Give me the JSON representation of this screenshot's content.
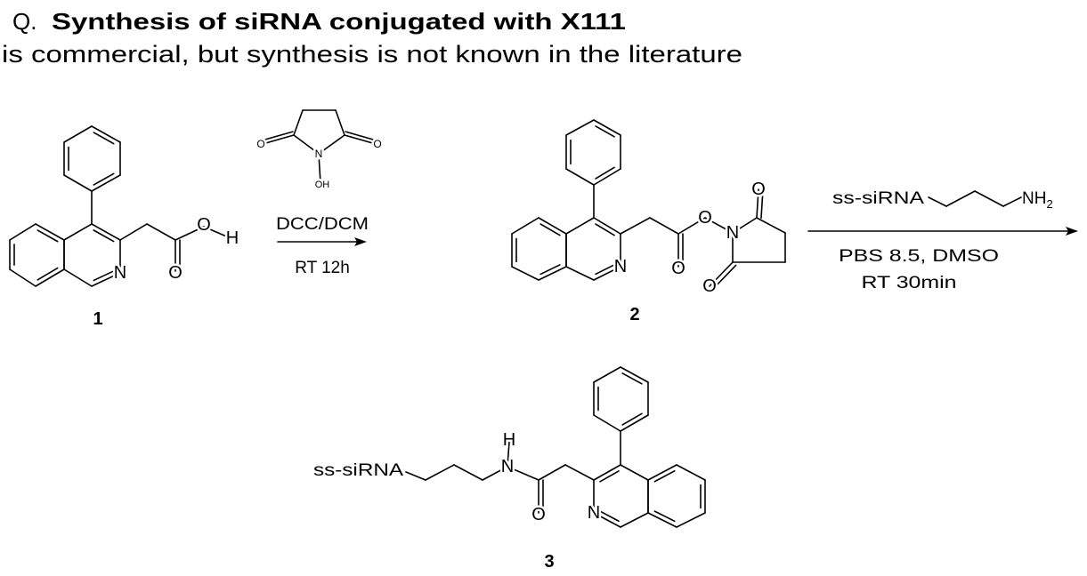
{
  "header": {
    "prefix": "Q.",
    "title": "Synthesis of siRNA conjugated with X111",
    "subtitle": "is commercial, but synthesis is not known in the literature"
  },
  "compound1": {
    "label": "1",
    "atoms": [
      "N",
      "O",
      "H",
      "O"
    ]
  },
  "step1": {
    "reagent_atoms": [
      "O",
      "O",
      "N",
      "OH"
    ],
    "conditions_top": "DCC/DCM",
    "conditions_bottom": "RT 12h"
  },
  "compound2": {
    "label": "2",
    "atoms": [
      "N",
      "O",
      "O",
      "N",
      "O",
      "O"
    ]
  },
  "step2": {
    "reagent_prefix": "ss-siRNA",
    "reagent_amine": "NH",
    "reagent_amine_sub": "2",
    "conditions_top": "PBS 8.5, DMSO",
    "conditions_bottom": "RT 30min"
  },
  "compound3": {
    "label": "3",
    "prefix": "ss-siRNA",
    "atoms": [
      "N",
      "H",
      "O",
      "N"
    ]
  }
}
